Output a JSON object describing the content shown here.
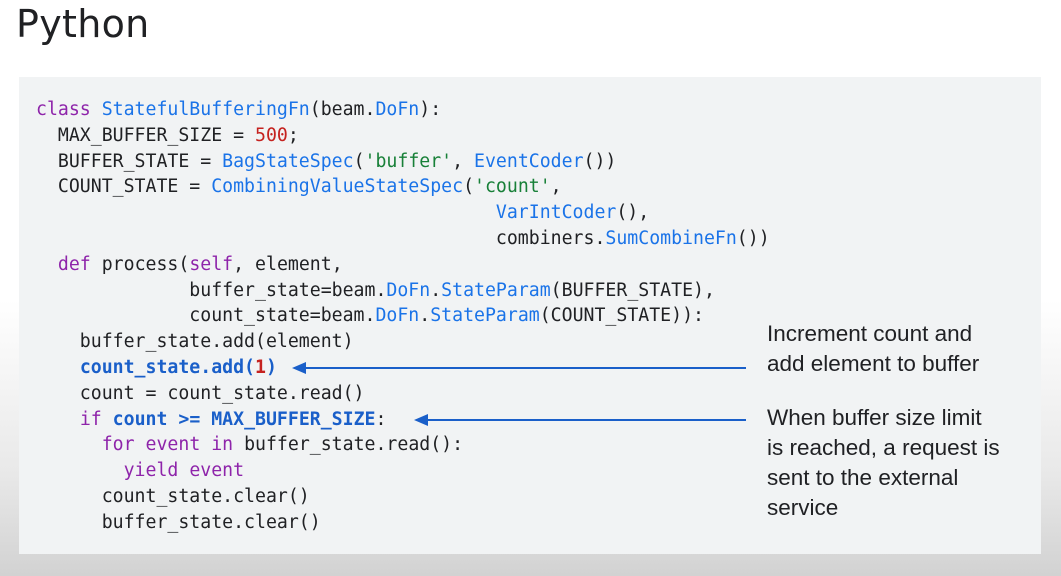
{
  "slide": {
    "title": "Python"
  },
  "code": {
    "lines": [
      [
        {
          "t": "class ",
          "c": "kw"
        },
        {
          "t": "StatefulBufferingFn",
          "c": "fn"
        },
        {
          "t": "(beam.",
          "c": "plain"
        },
        {
          "t": "DoFn",
          "c": "fn"
        },
        {
          "t": "):",
          "c": "plain"
        }
      ],
      [
        {
          "t": "  MAX_BUFFER_SIZE = ",
          "c": "plain"
        },
        {
          "t": "500",
          "c": "num"
        },
        {
          "t": ";",
          "c": "plain"
        }
      ],
      [
        {
          "t": "  BUFFER_STATE = ",
          "c": "plain"
        },
        {
          "t": "BagStateSpec",
          "c": "fn"
        },
        {
          "t": "(",
          "c": "plain"
        },
        {
          "t": "'buffer'",
          "c": "str"
        },
        {
          "t": ", ",
          "c": "plain"
        },
        {
          "t": "EventCoder",
          "c": "fn"
        },
        {
          "t": "())",
          "c": "plain"
        }
      ],
      [
        {
          "t": "  COUNT_STATE = ",
          "c": "plain"
        },
        {
          "t": "CombiningValueStateSpec",
          "c": "fn"
        },
        {
          "t": "(",
          "c": "plain"
        },
        {
          "t": "'count'",
          "c": "str"
        },
        {
          "t": ",",
          "c": "plain"
        }
      ],
      [
        {
          "t": "                                          ",
          "c": "plain"
        },
        {
          "t": "VarIntCoder",
          "c": "fn"
        },
        {
          "t": "(),",
          "c": "plain"
        }
      ],
      [
        {
          "t": "                                          combiners.",
          "c": "plain"
        },
        {
          "t": "SumCombineFn",
          "c": "fn"
        },
        {
          "t": "())",
          "c": "plain"
        }
      ],
      [
        {
          "t": "  ",
          "c": "plain"
        },
        {
          "t": "def ",
          "c": "kw"
        },
        {
          "t": "process(",
          "c": "plain"
        },
        {
          "t": "self",
          "c": "kw"
        },
        {
          "t": ", element,",
          "c": "plain"
        }
      ],
      [
        {
          "t": "              buffer_state=beam.",
          "c": "plain"
        },
        {
          "t": "DoFn",
          "c": "fn"
        },
        {
          "t": ".",
          "c": "plain"
        },
        {
          "t": "StateParam",
          "c": "fn"
        },
        {
          "t": "(BUFFER_STATE),",
          "c": "plain"
        }
      ],
      [
        {
          "t": "              count_state=beam.",
          "c": "plain"
        },
        {
          "t": "DoFn",
          "c": "fn"
        },
        {
          "t": ".",
          "c": "plain"
        },
        {
          "t": "StateParam",
          "c": "fn"
        },
        {
          "t": "(COUNT_STATE)):",
          "c": "plain"
        }
      ],
      [
        {
          "t": "    buffer_state.add(element)",
          "c": "plain"
        }
      ],
      [
        {
          "t": "    ",
          "c": "plain"
        },
        {
          "t": "count_state.add(",
          "c": "hl"
        },
        {
          "t": "1",
          "c": "num-b"
        },
        {
          "t": ")",
          "c": "hl"
        }
      ],
      [
        {
          "t": "    count = count_state.read()",
          "c": "plain"
        }
      ],
      [
        {
          "t": "    ",
          "c": "plain"
        },
        {
          "t": "if ",
          "c": "kw"
        },
        {
          "t": "count >= MAX_BUFFER_SIZE",
          "c": "hl"
        },
        {
          "t": ":",
          "c": "plain"
        }
      ],
      [
        {
          "t": "      ",
          "c": "plain"
        },
        {
          "t": "for ",
          "c": "kw"
        },
        {
          "t": "event ",
          "c": "kw"
        },
        {
          "t": "in ",
          "c": "kw"
        },
        {
          "t": "buffer_state.read():",
          "c": "plain"
        }
      ],
      [
        {
          "t": "        ",
          "c": "plain"
        },
        {
          "t": "yield ",
          "c": "kw"
        },
        {
          "t": "event",
          "c": "kw"
        }
      ],
      [
        {
          "t": "      count_state.clear()",
          "c": "plain"
        }
      ],
      [
        {
          "t": "      buffer_state.clear()",
          "c": "plain"
        }
      ]
    ]
  },
  "annotations": {
    "first": [
      "Increment count and",
      "add element to buffer"
    ],
    "second": [
      "When buffer size limit",
      "is reached, a request is",
      "sent to the external",
      "service"
    ]
  },
  "colors": {
    "keyword": "#8e24aa",
    "identifier": "#1a73e8",
    "string": "#188038",
    "number": "#c5221f",
    "arrow": "#1a5fc9",
    "panel": "#f1f3f4"
  }
}
